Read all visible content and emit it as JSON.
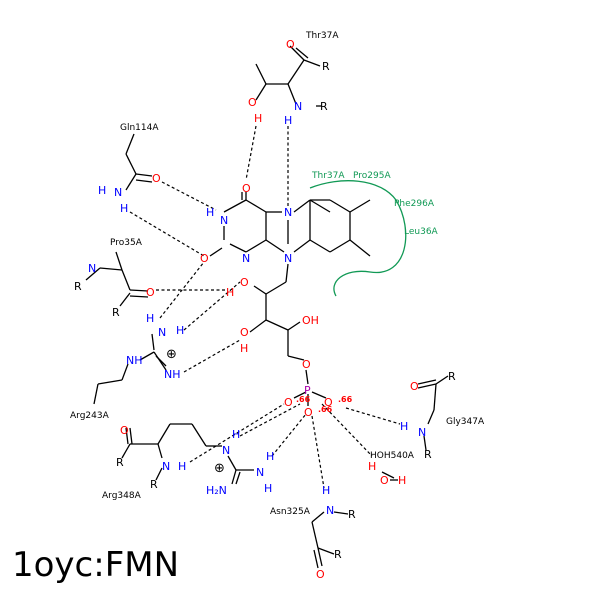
{
  "title": "1oyc:FMN",
  "residues": {
    "thr37": "Thr37A",
    "gln114": "Gln114A",
    "pro35": "Pro35A",
    "arg243": "Arg243A",
    "arg348": "Arg348A",
    "gly347": "Gly347A",
    "hoh540": "HOH540A",
    "asn325": "Asn325A"
  },
  "hydrophobic": {
    "thr37": "Thr37A",
    "pro295": "Pro295A",
    "phe296": "Phe296A",
    "leu36": "Leu36A"
  },
  "distances": {
    "d1": ".66",
    "d2": ".66",
    "d3": ".66"
  },
  "colors": {
    "nitrogen": "#0000ff",
    "oxygen": "#ff0000",
    "phosphorus": "#aa00aa",
    "hydrophobic_arc": "#119955",
    "bond": "#000000"
  }
}
